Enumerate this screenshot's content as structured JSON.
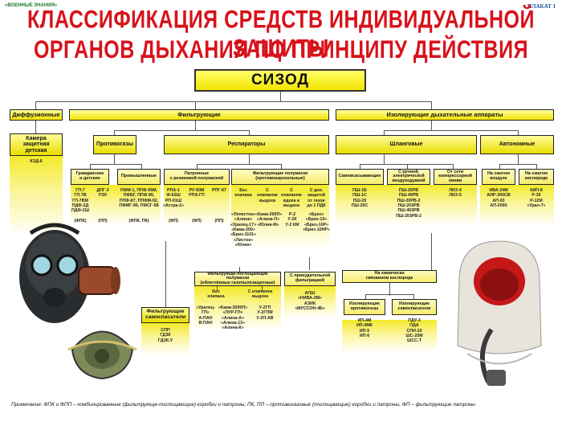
{
  "header": {
    "publisher": "«ВОЕННЫЕ ЗНАНИЯ»",
    "plate": "ПЛАКАТ 1",
    "title_line1": "КЛАССИФИКАЦИЯ СРЕДСТВ ИНДИВИДУАЛЬНОЙ ЗАЩИТЫ",
    "title_line2": "ОРГАНОВ ДЫХАНИЯ ПО ПРИНЦИПУ ДЕЙСТВИЯ"
  },
  "tree": {
    "root": "СИЗОД",
    "l1_diffusion": "Диффузионные",
    "l1_filtering": "Фильтрующие",
    "l1_isolating": "Изолирующие дыхательные аппараты",
    "chamber": "Камера\nзащитная\nдетская",
    "gasmasks": "Противогазы",
    "respirators": "Респираторы",
    "hose": "Шланговые",
    "autonomous": "Автономные",
    "civil": "Гражданские\nи детские",
    "industrial": "Промышленные",
    "cartridge": "Патронные\nс резиновой полумаской",
    "filter_halfmask": "Фильтрующие полумаски\n(противоаэрозольные)",
    "selfsuction": "Самовсасывающие",
    "manual": "С ручной,\nэлектрической\nвоздуходувкой",
    "compressed": "От сети\nкомпрессорной\nлинии",
    "comp_air": "На сжатом\nвоздухе",
    "comp_oxy": "На сжатом\nкислороде",
    "gas_filter": "Фильтрующе-поглощающие\nполумаски\n(облегчённые газопылезащитные)",
    "forced": "С принудительной\nфильтрацией",
    "chemical": "На химически\nсвязанном кислороде",
    "insul_gas": "Изолирующие\nпротивогазы",
    "insul_resc": "Изолирующие\nсамоспасатели",
    "filter_rescuers": "Фильтрующие\nсамоспасатели"
  },
  "models": {
    "chamber": "КЗД-6",
    "civil_a": "ГП-7\nГП-7В\nГП-7ВМ\nПДФ-2Д\nПДФ-2Ш",
    "civil_b": "ДПГ-3\nПЗУ",
    "industrial": "ПФМ-1, ППФ-95М,\nПФБГ, ППФ-95,\nППФ-87, ППФМ-92,\nПФМГ-96, ПФСГ-98",
    "cart_a": "РПА-1\nФ-62Ш\nРП-91Ш\n«Астра-2»",
    "cart_b": "РУ-60М\nРПА-ГП",
    "cart_c": "РПГ-67",
    "fh_sub_a": "Без\nклапана",
    "fh_sub_b": "С\nклапаном\nвыдоха",
    "fh_sub_c": "С клапаном\nвдоха и\nвыдоха",
    "fh_sub_d": "С доп.\nзащитой\nот газов\nдо 1 ПДК",
    "fh_a": "«Лепесток»\n«Алина»\n«Уралец-17»\n«Кама-200»\n«Бриз-1101»\n«Листок»\n«Юлия»",
    "fh_b": "«Кама-200П»\n«Алина-П»\n«Юлия-М»",
    "fh_c": "Р-2\nУ-2К\nУ-2 КМ",
    "fh_d": "«Бриз»\n«Бриз-10»\n«Бриз-10Р»\n«Бриз-10НР»",
    "selfsuction": "ПШ-1Б\nПШ-1С\nПШ-20\nПШ-20С",
    "manual": "ПШ-20РВ\nПШ-40РВ\nПШ-20РВ-2\nПШ-203РВ\nПШ-403РВ\nПШ-203РВ-2",
    "compressed": "ЛИЗ-4\nЛИЗ-5",
    "comp_air": "ИВА-24М\nАИР-300СВ\nАП-93\nАП-2000",
    "comp_oxy": "КИП-8\nР-30\nР-12М\n«Урал-7»",
    "gf_sub_a": "Без\nклапана",
    "gf_sub_b": "С клапаном\nвыдоха",
    "gf_a": "«Уралец-ГП»\nА-ПАН\nВ-ПАН",
    "gf_b": "«Кама-2000П»\n«ЛУР-ГП»\n«Алина-А»\n«Алина-13»\n«Алина-К»",
    "gf_c": "У-2ГП\nУ-2ГПМ\nУ-2П-АВ",
    "forced": "АПШ\n«НИВА-2М»\nАЗИК\n«МУССОН-4Б»",
    "insul_gas": "ИП-4М\nИП-4МК\nИП-5\nИП-6",
    "insul_resc": "ПДУ-3\nПДА\nСПИ-20\nШС-20М\nШСС-Т",
    "filter_rescuers": "СПП\nГДЗК\nГДЗК-У"
  },
  "types": {
    "civil_a": "(ФПК)",
    "civil_b": "(ПП)",
    "industrial": "(ФПК, ПК)",
    "cart_a": "(ФП)",
    "cart_b": "(ФП)",
    "cart_c": "(ПП)"
  },
  "footer": {
    "note": "Примечание: ФПК и ФПП – комбинированные (фильтрующе-поглощающие) коробки и патроны, ПК, ПП – противогазовые (поглощающие) коробки и патроны, ФП – фильтрующие патроны"
  },
  "colors": {
    "title": "#d8121a",
    "box_fill": "#f2e300"
  }
}
